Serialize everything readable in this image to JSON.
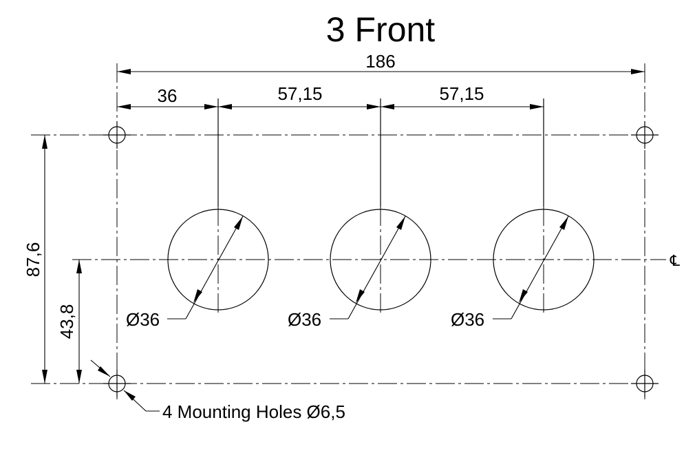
{
  "title": "3 Front",
  "dimensions": {
    "overall_width": "186",
    "first_offset": "36",
    "spacing_1": "57,15",
    "spacing_2": "57,15",
    "overall_height": "87,6",
    "half_height": "43,8"
  },
  "holes": [
    {
      "label": "Ø36"
    },
    {
      "label": "Ø36"
    },
    {
      "label": "Ø36"
    }
  ],
  "mounting_holes_label": "4 Mounting Holes Ø6,5",
  "centerline_symbol": "℄"
}
